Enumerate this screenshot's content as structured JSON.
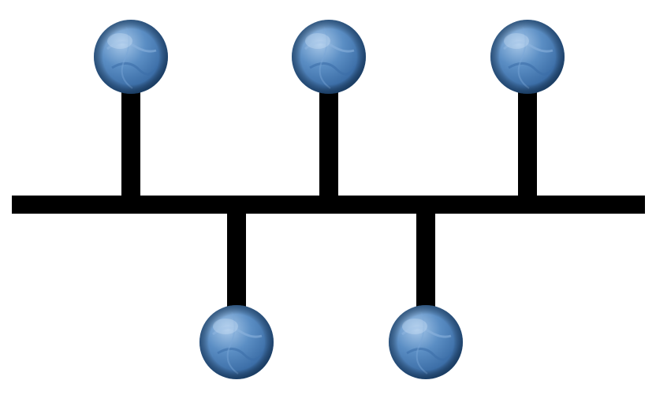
{
  "diagram": {
    "type": "bus-topology",
    "bus_color": "#000000",
    "node_color": "#5b8ec4",
    "node_highlight": "#a9c9ea",
    "node_shadow": "#2a5585",
    "node_icon": "blue-marbled-sphere",
    "nodes": [
      {
        "name": "node-top-1",
        "side": "top"
      },
      {
        "name": "node-top-2",
        "side": "top"
      },
      {
        "name": "node-top-3",
        "side": "top"
      },
      {
        "name": "node-bottom-1",
        "side": "bottom"
      },
      {
        "name": "node-bottom-2",
        "side": "bottom"
      }
    ]
  }
}
